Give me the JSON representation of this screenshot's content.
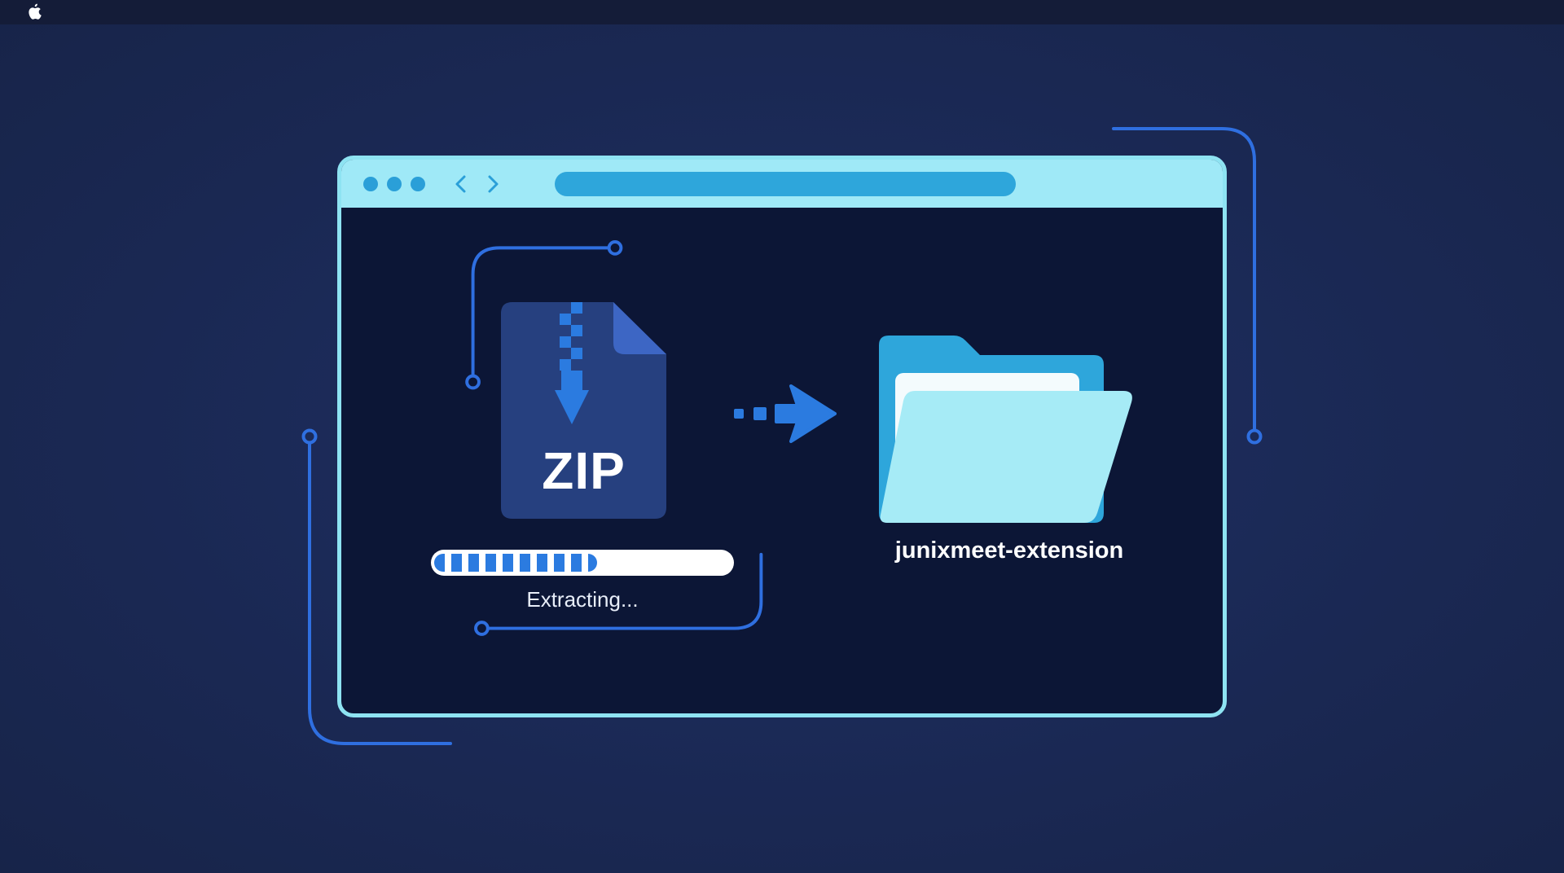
{
  "menubar": {
    "logo_icon": "apple-logo-icon"
  },
  "window": {
    "traffic_lights": [
      "dot-icon",
      "dot-icon",
      "dot-icon"
    ],
    "nav": {
      "back_icon": "chevron-left-icon",
      "forward_icon": "chevron-right-icon"
    },
    "address_bar": {
      "value": ""
    }
  },
  "extraction": {
    "archive_label": "ZIP",
    "archive_icon": "zip-file-icon",
    "progress": 0.55,
    "status": "Extracting...",
    "arrow_icon": "arrow-right-icon",
    "folder_icon": "folder-open-icon",
    "folder_name": "junixmeet-extension"
  },
  "colors": {
    "background": "#1b2a58",
    "window_border": "#8ee3f2",
    "window_body": "#0c1636",
    "accent_blue": "#2b7be0",
    "address_bar": "#2ea6db",
    "folder_light": "#a6ebf6"
  }
}
